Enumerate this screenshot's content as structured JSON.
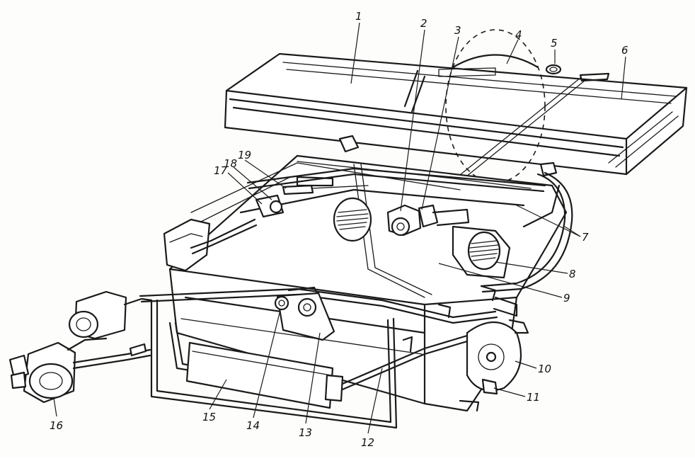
{
  "callouts": [
    {
      "id": "1",
      "label": "1"
    },
    {
      "id": "2",
      "label": "2"
    },
    {
      "id": "3",
      "label": "3"
    },
    {
      "id": "4",
      "label": "4"
    },
    {
      "id": "5",
      "label": "5"
    },
    {
      "id": "6",
      "label": "6"
    },
    {
      "id": "7",
      "label": "7"
    },
    {
      "id": "8",
      "label": "8"
    },
    {
      "id": "9",
      "label": "9"
    },
    {
      "id": "10",
      "label": "10"
    },
    {
      "id": "11",
      "label": "11"
    },
    {
      "id": "12",
      "label": "12"
    },
    {
      "id": "13",
      "label": "13"
    },
    {
      "id": "14",
      "label": "14"
    },
    {
      "id": "15",
      "label": "15"
    },
    {
      "id": "16",
      "label": "16"
    },
    {
      "id": "17",
      "label": "17"
    },
    {
      "id": "18",
      "label": "18"
    },
    {
      "id": "19",
      "label": "19"
    }
  ],
  "colors": {
    "ink": "#1a1a1a",
    "paper": "#fdfdfb"
  }
}
